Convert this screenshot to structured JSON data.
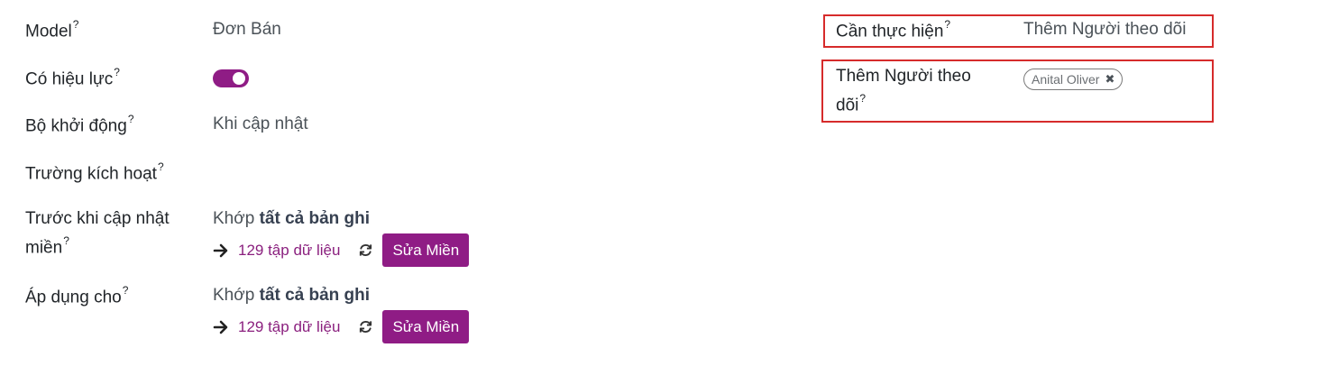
{
  "left_fields": {
    "model": {
      "label": "Model",
      "help": "?",
      "value": "Đơn Bán"
    },
    "active": {
      "label": "Có hiệu lực",
      "help": "?",
      "enabled": true
    },
    "trigger": {
      "label": "Bộ khởi động",
      "help": "?",
      "value": "Khi cập nhật"
    },
    "trigger_fields": {
      "label": "Trường kích hoạt",
      "help": "?"
    },
    "before_update_domain": {
      "label_line1": "Trước khi cập nhật",
      "label_line2": "miền",
      "help": "?",
      "match_prefix": "Khớp",
      "match_scope": "tất cả bản ghi",
      "records_link": "129 tập dữ liệu",
      "edit_button": "Sửa Miền"
    },
    "apply_on": {
      "label": "Áp dụng cho",
      "help": "?",
      "match_prefix": "Khớp",
      "match_scope": "tất cả bản ghi",
      "records_link": "129 tập dữ liệu",
      "edit_button": "Sửa Miền"
    }
  },
  "right_fields": {
    "action_to_do": {
      "label": "Cần thực hiện",
      "help": "?",
      "value": "Thêm Người theo dõi"
    },
    "add_followers": {
      "label_line1": "Thêm Người theo",
      "label_line2": "dõi",
      "help": "?",
      "tags": [
        {
          "name": "Anital Oliver",
          "remove_glyph": "✖"
        }
      ]
    }
  },
  "colors": {
    "accent": "#8f1c85",
    "link": "#8a1f7e",
    "highlight_border": "#d62b2b"
  },
  "icons": {
    "arrow": "arrow-right-icon",
    "refresh": "refresh-icon",
    "remove": "close-icon"
  }
}
